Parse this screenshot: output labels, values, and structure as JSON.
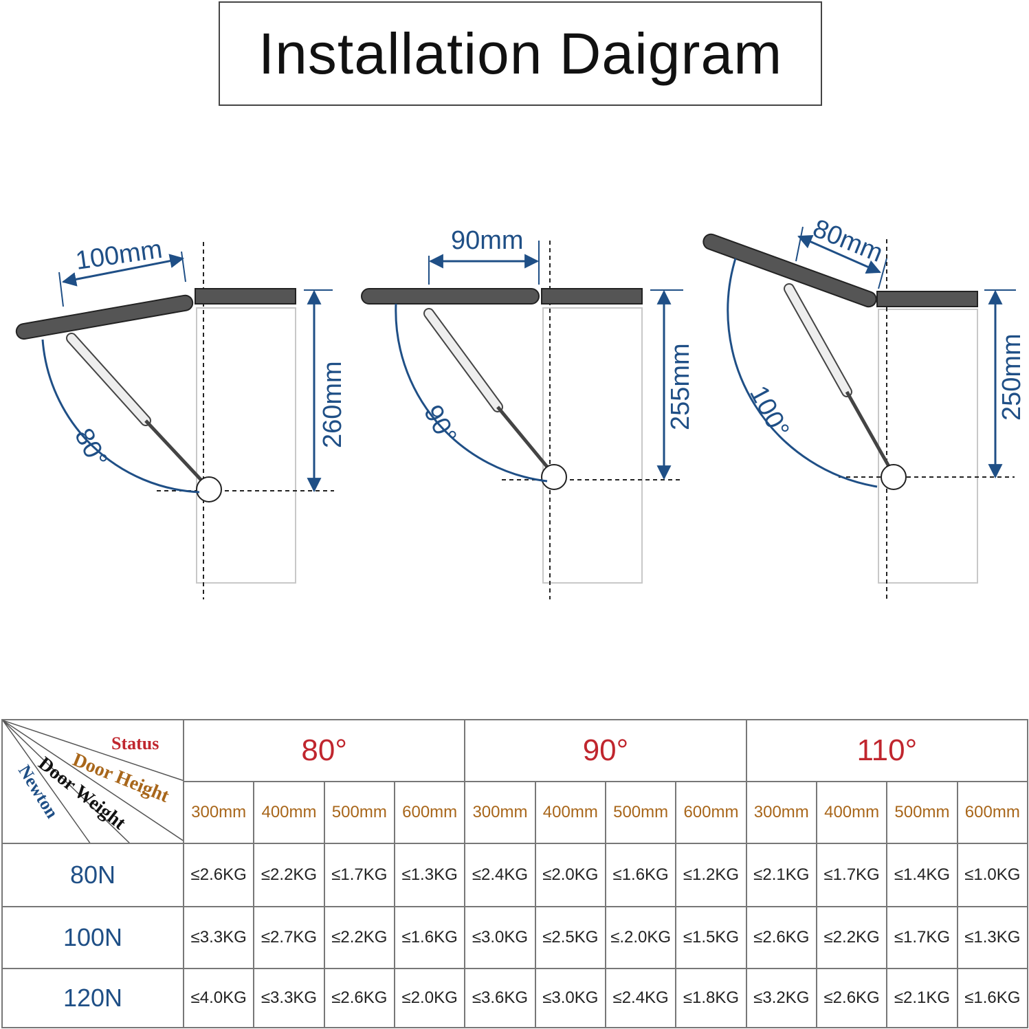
{
  "title": "Installation Daigram",
  "diagrams": [
    {
      "width_label": "100mm",
      "height_label": "260mm",
      "angle_label": "80°"
    },
    {
      "width_label": "90mm",
      "height_label": "255mm",
      "angle_label": "90°"
    },
    {
      "width_label": "80mm",
      "height_label": "250mm",
      "angle_label": "100°"
    }
  ],
  "table": {
    "corner": {
      "status": "Status",
      "door_height": "Door Height",
      "door_weight": "Door Weight",
      "newton": "Newton"
    },
    "angles": [
      "80°",
      "90°",
      "110°"
    ],
    "heights": [
      "300mm",
      "400mm",
      "500mm",
      "600mm",
      "300mm",
      "400mm",
      "500mm",
      "600mm",
      "300mm",
      "400mm",
      "500mm",
      "600mm"
    ],
    "rows": [
      {
        "newton": "80N",
        "values": [
          "≤2.6KG",
          "≤2.2KG",
          "≤1.7KG",
          "≤1.3KG",
          "≤2.4KG",
          "≤2.0KG",
          "≤1.6KG",
          "≤1.2KG",
          "≤2.1KG",
          "≤1.7KG",
          "≤1.4KG",
          "≤1.0KG"
        ]
      },
      {
        "newton": "100N",
        "values": [
          "≤3.3KG",
          "≤2.7KG",
          "≤2.2KG",
          "≤1.6KG",
          "≤3.0KG",
          "≤2.5KG",
          "≤.2.0KG",
          "≤1.5KG",
          "≤2.6KG",
          "≤2.2KG",
          "≤1.7KG",
          "≤1.3KG"
        ]
      },
      {
        "newton": "120N",
        "values": [
          "≤4.0KG",
          "≤3.3KG",
          "≤2.6KG",
          "≤2.0KG",
          "≤3.6KG",
          "≤3.0KG",
          "≤2.4KG",
          "≤1.8KG",
          "≤3.2KG",
          "≤2.6KG",
          "≤2.1KG",
          "≤1.6KG"
        ]
      }
    ]
  },
  "colors": {
    "dimension": "#1f4f86",
    "panel": "#555555",
    "angle_header": "#c0262e",
    "height_header": "#a8661a"
  }
}
